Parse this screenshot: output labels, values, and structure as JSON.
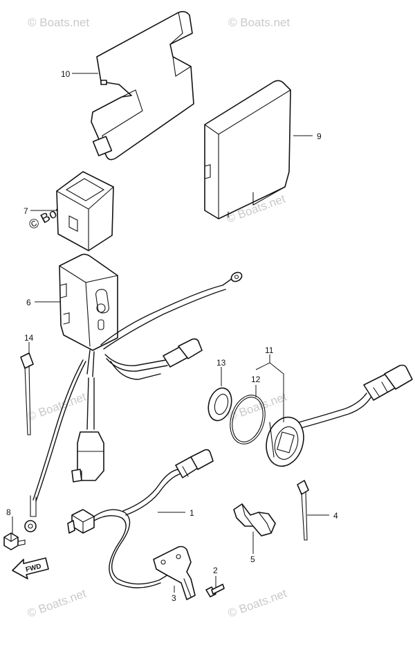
{
  "watermark": "© Boats.net",
  "direction_label": "FWD",
  "callouts": [
    {
      "id": "1",
      "text": "1"
    },
    {
      "id": "2",
      "text": "2"
    },
    {
      "id": "3",
      "text": "3"
    },
    {
      "id": "4",
      "text": "4"
    },
    {
      "id": "5",
      "text": "5"
    },
    {
      "id": "6",
      "text": "6"
    },
    {
      "id": "7",
      "text": "7"
    },
    {
      "id": "8",
      "text": "8"
    },
    {
      "id": "9",
      "text": "9"
    },
    {
      "id": "10",
      "text": "10"
    },
    {
      "id": "11",
      "text": "11"
    },
    {
      "id": "12",
      "text": "12"
    },
    {
      "id": "13",
      "text": "13"
    },
    {
      "id": "14",
      "text": "14"
    }
  ]
}
